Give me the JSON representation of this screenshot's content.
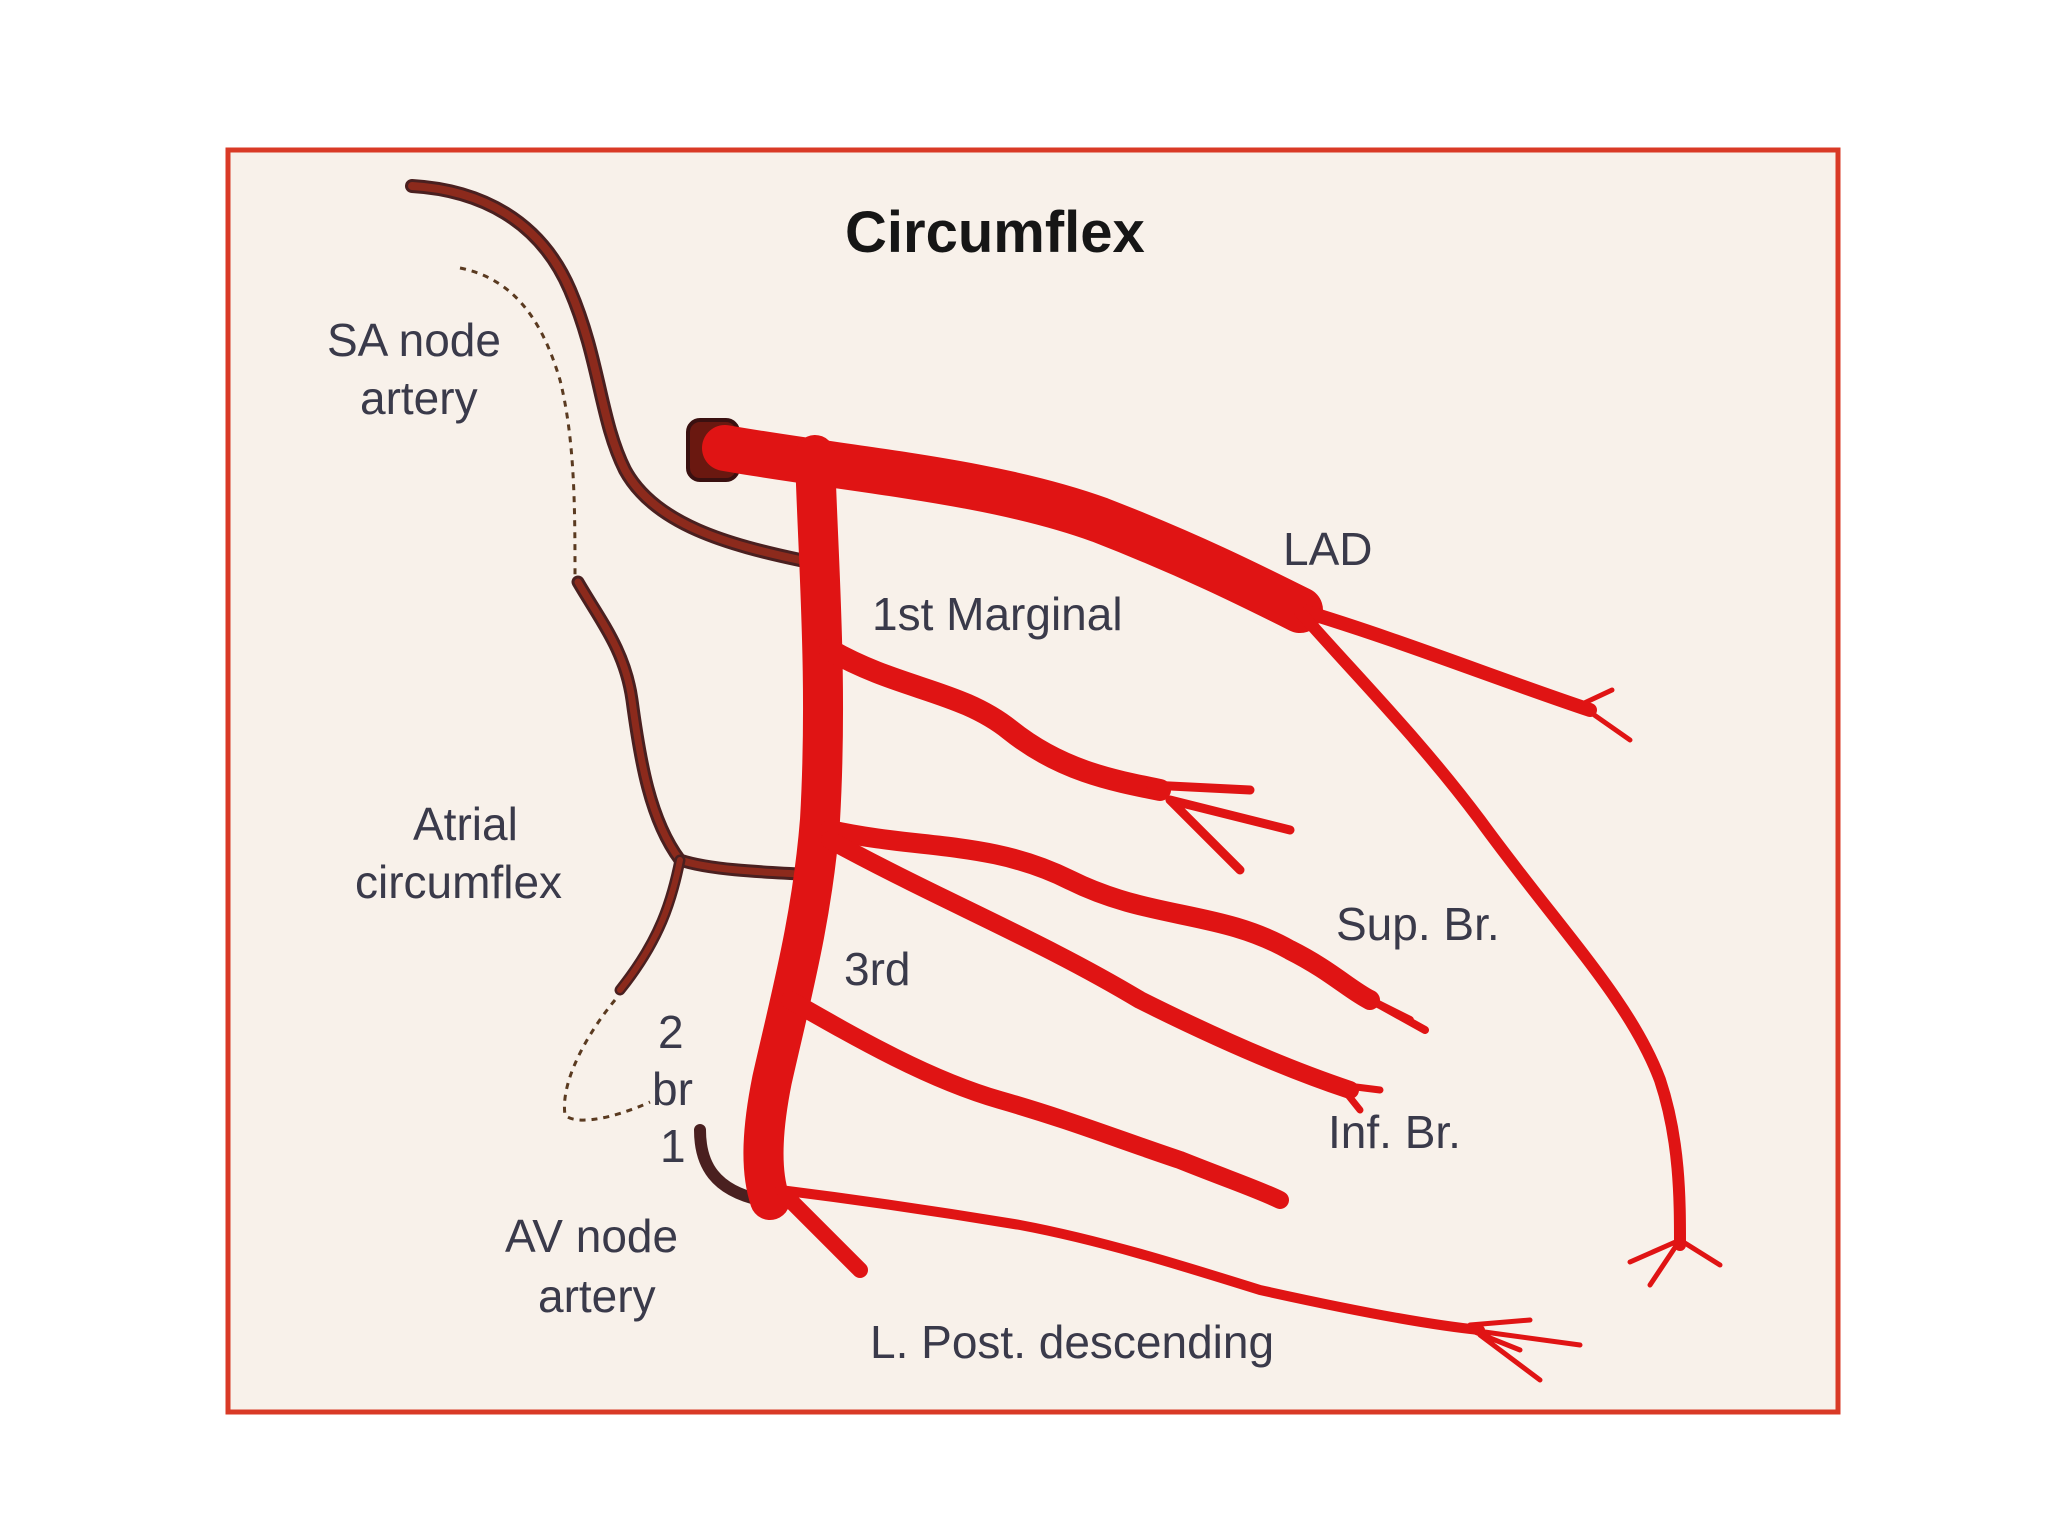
{
  "diagram": {
    "title": "Circumflex",
    "frame_color": "#d93a26",
    "background_color": "#f8f1ea",
    "artery_color": "#e01414",
    "dark_vessel_color": "#7a1c14",
    "outline_color": "#4a2020",
    "labels": {
      "sa_node_line1": "SA node",
      "sa_node_line2": "artery",
      "lad": "LAD",
      "first_marginal": "1st Marginal",
      "atrial_line1": "Atrial",
      "atrial_line2": "circumflex",
      "sup_br": "Sup. Br.",
      "third": "3rd",
      "two": "2",
      "br": "br",
      "one": "1",
      "inf_br": "Inf. Br.",
      "av_node_line1": "AV node",
      "av_node_line2": "artery",
      "l_post_descending": "L. Post. descending"
    }
  }
}
